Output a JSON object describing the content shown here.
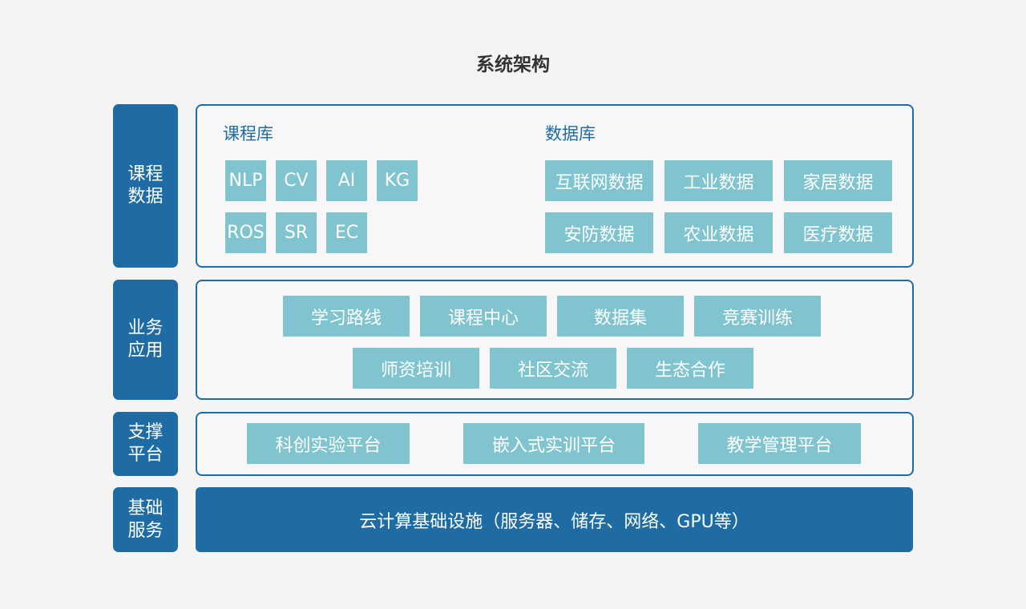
{
  "title": "系统架构",
  "layers": {
    "course_data": "课程数据",
    "business_app": "业务应用",
    "support_platform": "支撑平台",
    "base_service": "基础服务"
  },
  "course_library": {
    "title": "课程库",
    "items": [
      "NLP",
      "CV",
      "AI",
      "KG",
      "ROS",
      "SR",
      "EC"
    ]
  },
  "database": {
    "title": "数据库",
    "items": [
      "互联网数据",
      "工业数据",
      "家居数据",
      "安防数据",
      "农业数据",
      "医疗数据"
    ]
  },
  "business": {
    "items": [
      "学习路线",
      "课程中心",
      "数据集",
      "竞赛训练",
      "师资培训",
      "社区交流",
      "生态合作"
    ]
  },
  "support": {
    "items": [
      "科创实验平台",
      "嵌入式实训平台",
      "教学管理平台"
    ]
  },
  "infrastructure": {
    "text": "云计算基础设施（服务器、储存、网络、GPU等）"
  },
  "colors": {
    "primary": "#1e6ca3",
    "tile": "#7fc4cf",
    "background": "#f4f4f4"
  }
}
